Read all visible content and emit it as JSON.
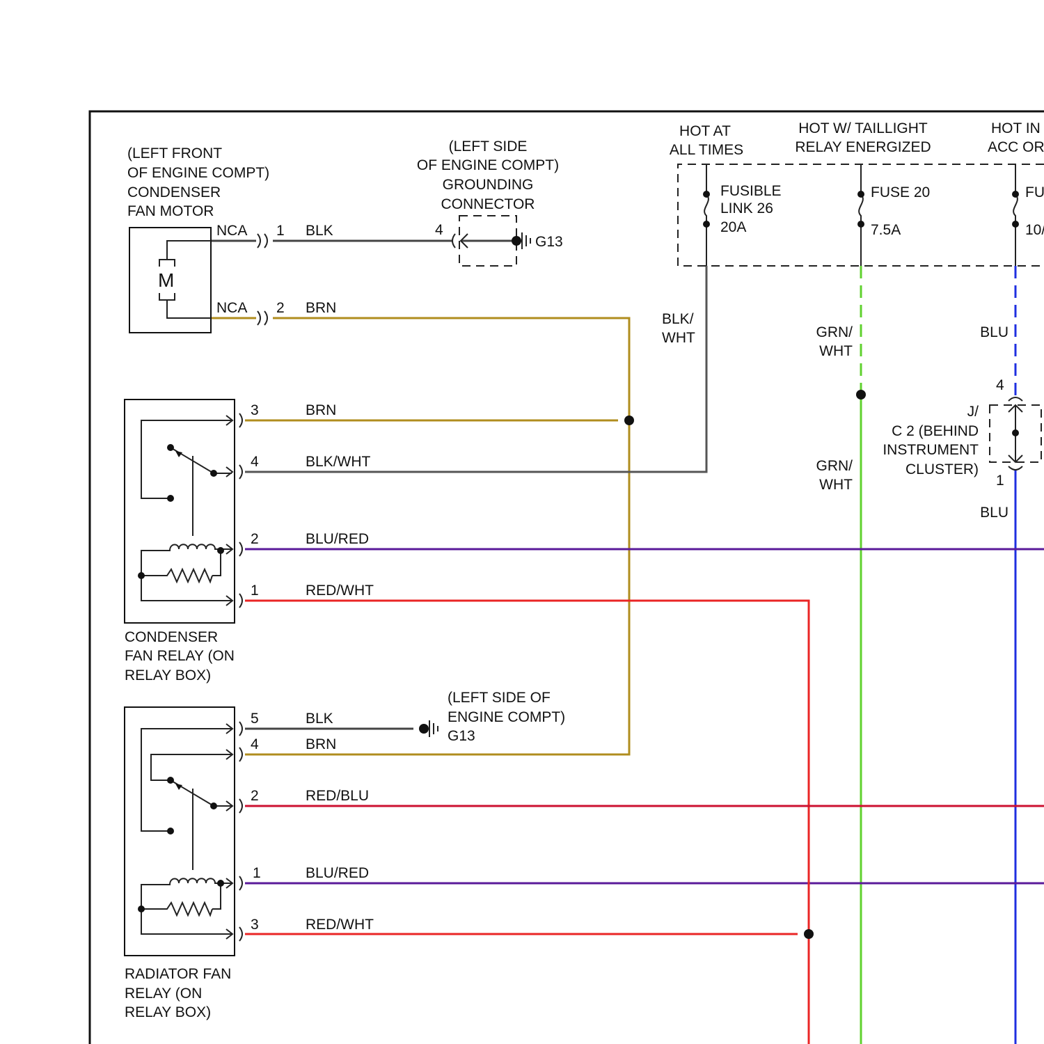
{
  "colors": {
    "blk": "#444444",
    "brn": "#b08d1e",
    "grn": "#5fd12e",
    "blu": "#1f2fe0",
    "red": "#ea2525",
    "violet": "#5a1a9a",
    "crimson": "#cc1030"
  },
  "components": {
    "condenser_fan_motor": {
      "label": [
        "(LEFT FRONT",
        "OF ENGINE COMPT)",
        "CONDENSER",
        "FAN MOTOR"
      ],
      "symbol": "M",
      "pins": [
        {
          "connector": "NCA",
          "pin": "1",
          "wire": "BLK"
        },
        {
          "connector": "NCA",
          "pin": "2",
          "wire": "BRN"
        }
      ]
    },
    "grounding_connector": {
      "label": [
        "(LEFT SIDE",
        "OF ENGINE COMPT)",
        "GROUNDING",
        "CONNECTOR"
      ],
      "pin": "4",
      "ground": "G13"
    },
    "fuse_box": {
      "columns": [
        {
          "header": [
            "HOT AT",
            "ALL TIMES"
          ],
          "fuse": [
            "FUSIBLE",
            "LINK 26",
            "20A"
          ],
          "wire": [
            "BLK/",
            "WHT"
          ]
        },
        {
          "header": [
            "HOT W/ TAILLIGHT",
            "RELAY ENERGIZED"
          ],
          "fuse": [
            "FUSE 20",
            "7.5A"
          ],
          "wire_top": [
            "GRN/",
            "WHT"
          ],
          "wire_bottom": [
            "GRN/",
            "WHT"
          ]
        },
        {
          "header": [
            "HOT IN",
            "ACC OR"
          ],
          "fuse": [
            "FU",
            "10/"
          ],
          "wire_top": "BLU",
          "wire_bottom": "BLU"
        }
      ]
    },
    "junction_connector": {
      "label": [
        "J/",
        "C 2 (BEHIND",
        "INSTRUMENT",
        "CLUSTER)"
      ],
      "pin_top": "4",
      "pin_bottom": "1"
    },
    "condenser_fan_relay": {
      "label": [
        "CONDENSER",
        "FAN RELAY (ON",
        "RELAY BOX)"
      ],
      "pins": [
        {
          "pin": "3",
          "wire": "BRN"
        },
        {
          "pin": "4",
          "wire": "BLK/WHT"
        },
        {
          "pin": "2",
          "wire": "BLU/RED"
        },
        {
          "pin": "1",
          "wire": "RED/WHT"
        }
      ]
    },
    "ground_g13": {
      "label": [
        "(LEFT SIDE OF",
        "ENGINE COMPT)",
        "G13"
      ]
    },
    "radiator_fan_relay": {
      "label": [
        "RADIATOR FAN",
        "RELAY (ON",
        "RELAY BOX)"
      ],
      "pins": [
        {
          "pin": "5",
          "wire": "BLK"
        },
        {
          "pin": "4",
          "wire": "BRN"
        },
        {
          "pin": "2",
          "wire": "RED/BLU"
        },
        {
          "pin": "1",
          "wire": "BLU/RED"
        },
        {
          "pin": "3",
          "wire": "RED/WHT"
        }
      ]
    }
  }
}
